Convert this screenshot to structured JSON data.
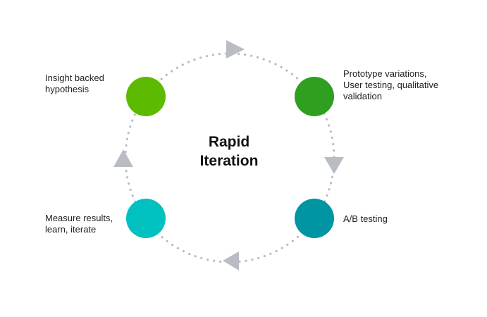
{
  "title": "Rapid\nIteration",
  "steps": [
    {
      "label": "Insight backed\nhypothesis",
      "color": "#5cbb00"
    },
    {
      "label": "Prototype variations,\nUser testing, qualitative\nvalidation",
      "color": "#2e9f1f"
    },
    {
      "label": "A/B testing",
      "color": "#0095a3"
    },
    {
      "label": "Measure results,\nlearn, iterate",
      "color": "#00c1bf"
    }
  ],
  "colors": {
    "dots": "#b8bcc2",
    "arrows": "#b9bdc3"
  }
}
